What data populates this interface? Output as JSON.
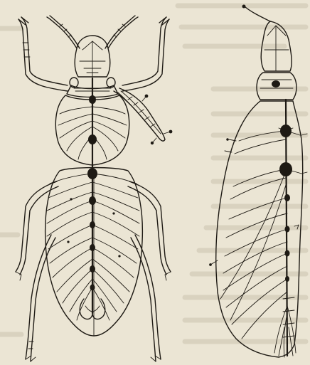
{
  "figure": {
    "description_visible_text": "",
    "colors": {
      "paper": "#ebe5d4",
      "ink": "#1e1a14",
      "bleed_through": "#c9c1ad"
    },
    "panels": [
      {
        "id": "left",
        "subject": "beetle-dorsal-nervous-system"
      },
      {
        "id": "right",
        "subject": "insect-larva-nervous-system"
      }
    ]
  }
}
